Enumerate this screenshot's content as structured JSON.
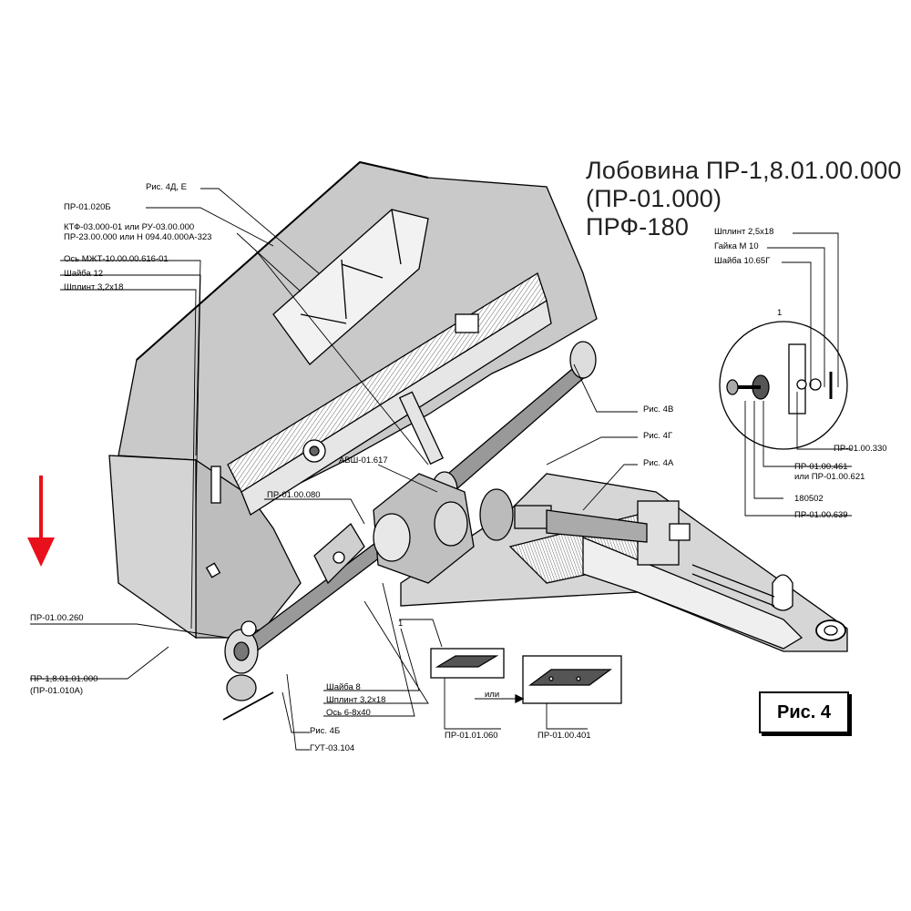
{
  "title": {
    "line1": "Лобовина ПР-1,8.01.00.000",
    "line2": "(ПР-01.000)",
    "line3": "ПРФ-180"
  },
  "figure_label": "Рис. 4",
  "callouts": {
    "left": [
      "Рис. 4Д, Е",
      "ПР-01.020Б",
      "КТФ-03.000-01  или РУ-03.00.000",
      "ПР-23.00.000  или Н 094.40.000А-323",
      "Ось МЖТ-10.00.00.616-01",
      "Шайба 12",
      "Шплинт 3,2х18"
    ],
    "right_top": [
      "Шплинт 2,5х18",
      "Гайка М 10",
      "Шайба 10.65Г"
    ],
    "detail_number": "1",
    "detail_parts": [
      "ПР-01.00.330",
      "ПР-01.00.461",
      "или ПР-01.00.621",
      "180502",
      "ПР-01.00.639"
    ],
    "fig_refs": [
      "Рис. 4В",
      "Рис. 4Г",
      "Рис. 4А"
    ],
    "middle": [
      "АВШ-01.617",
      "ПР-01.00.080"
    ],
    "left_bottom": [
      "ПР-01.00.260",
      "ПР-1,8.01.01.000",
      "(ПР-01.010А)"
    ],
    "bottom_center": [
      "Шайба 8",
      "Шплинт 3,2х18",
      "Ось 6-8х40"
    ],
    "bottom_refs": [
      "Рис. 4Б",
      "ГУТ-03.104"
    ],
    "plate_refs": [
      "ПР-01.01.060",
      "ПР-01.00.401"
    ],
    "or_text": "или",
    "small_one": "1"
  },
  "colors": {
    "arrow": "#e8101a",
    "ink": "#000000",
    "shade": "#b8b8b8"
  }
}
